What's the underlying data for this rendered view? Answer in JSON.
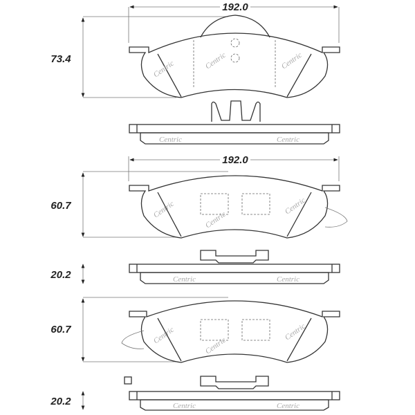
{
  "title": "Brake pad set technical drawing",
  "watermark": "Centric",
  "dimensions": {
    "pad1_width": "192.0",
    "pad1_height": "73.4",
    "pad2_width": "192.0",
    "pad2_height": "60.7",
    "pad2_thickness": "20.2",
    "pad3_height": "60.7",
    "pad3_thickness": "20.2"
  },
  "colors": {
    "line": "#333333",
    "watermark": "#cccccc"
  }
}
